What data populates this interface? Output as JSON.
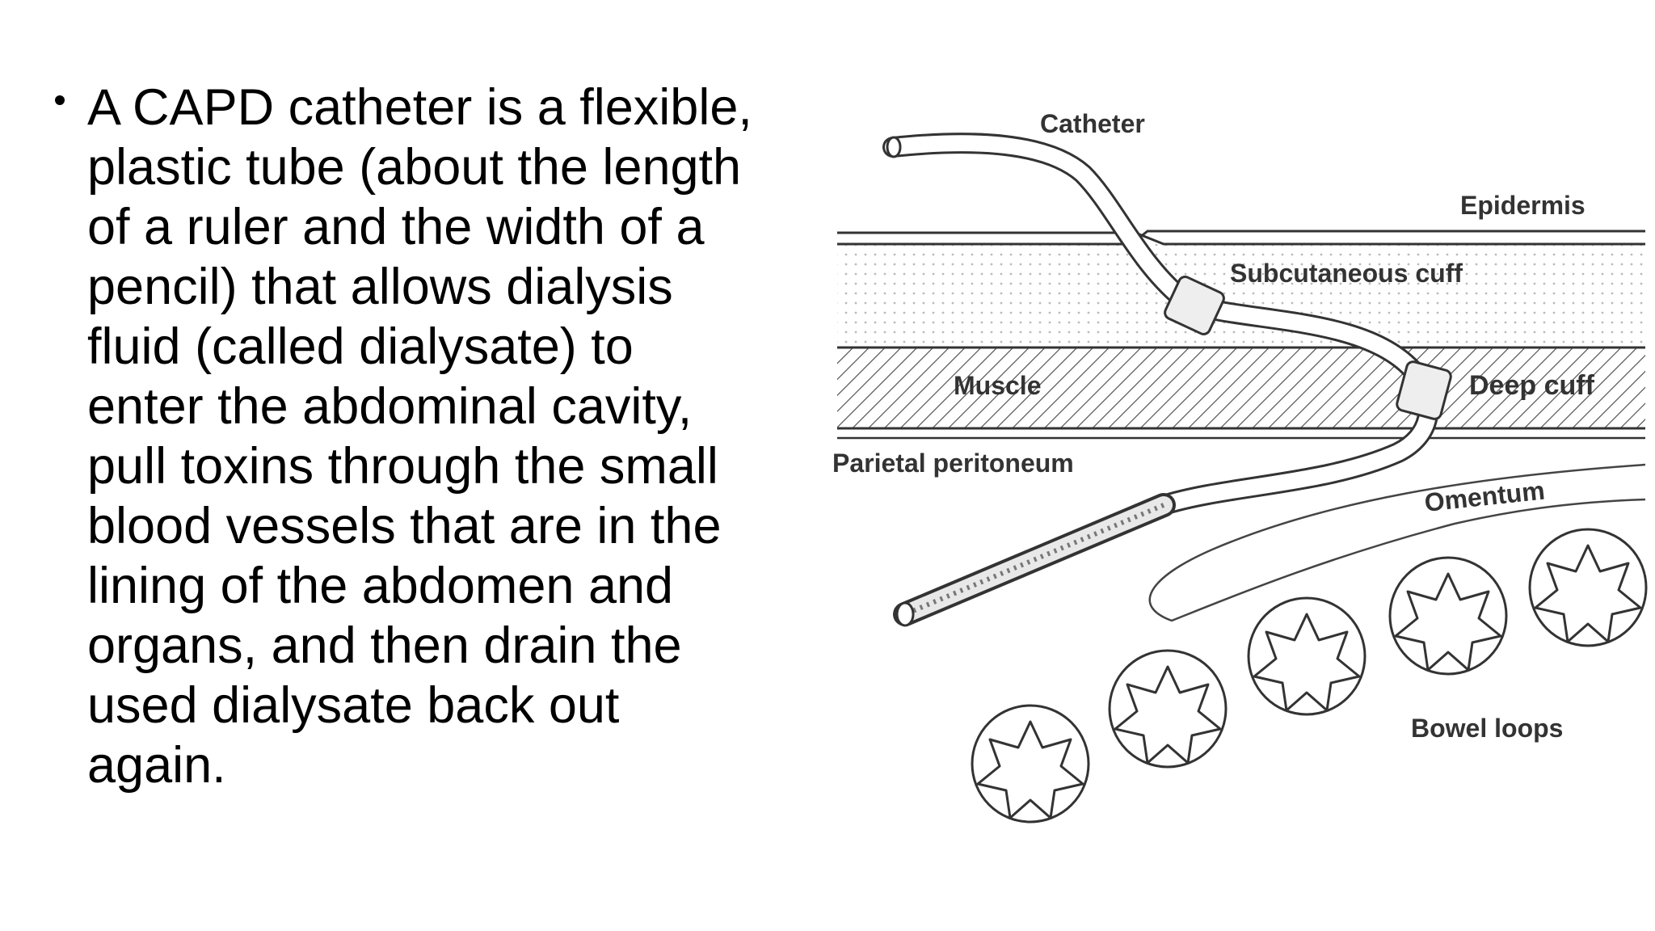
{
  "bullet": {
    "lines": [
      "A CAPD catheter is a flexible,",
      "plastic tube (about the length",
      "of a ruler and the width of a",
      "pencil) that allows dialysis",
      "fluid (called dialysate) to",
      "enter the abdominal cavity,",
      "pull toxins through the small",
      "blood vessels that are in the",
      "lining of the abdomen and",
      "organs, and then drain the",
      "used dialysate back out",
      "again."
    ]
  },
  "diagram": {
    "labels": {
      "catheter": "Catheter",
      "epidermis": "Epidermis",
      "subcutaneous_cuff": "Subcutaneous cuff",
      "muscle": "Muscle",
      "deep_cuff": "Deep cuff",
      "parietal_peritoneum": "Parietal peritoneum",
      "omentum": "Omentum",
      "bowel_loops": "Bowel loops"
    }
  }
}
